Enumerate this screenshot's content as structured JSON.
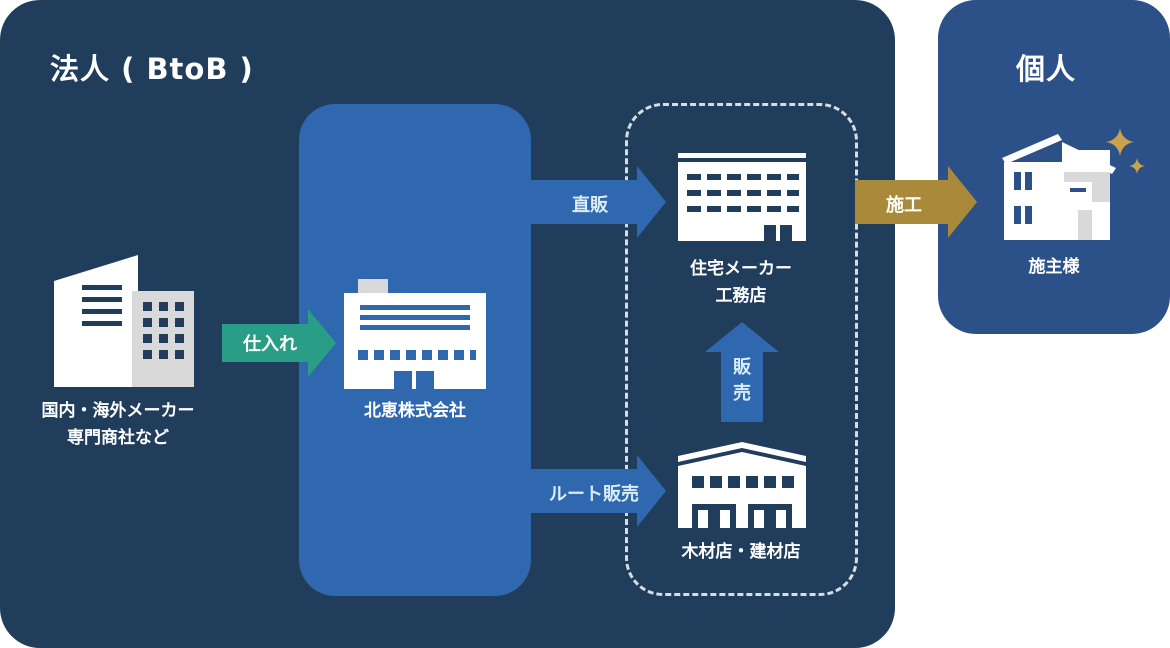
{
  "sections": {
    "btob_title": "法人 ( BtoB )",
    "individual_title": "個人"
  },
  "nodes": {
    "makers": "国内・海外メーカー\n専門商社など",
    "company": "北恵株式会社",
    "house_maker": "住宅メーカー\n工務店",
    "lumber_store": "木材店・建材店",
    "client": "施主様"
  },
  "arrows": {
    "shiire": "仕入れ",
    "direct_sales": "直販",
    "route_sales": "ルート販売",
    "hanbai": "販\n売",
    "construction": "施工"
  },
  "colors": {
    "btob_panel": "#203d5c",
    "individual_panel": "#2c5189",
    "company_box": "#2f68ae",
    "arrow_green": "#2a9d86",
    "arrow_blue": "#2f68ae",
    "arrow_gold": "#a98a3a",
    "sparkle": "#c9a24d"
  }
}
